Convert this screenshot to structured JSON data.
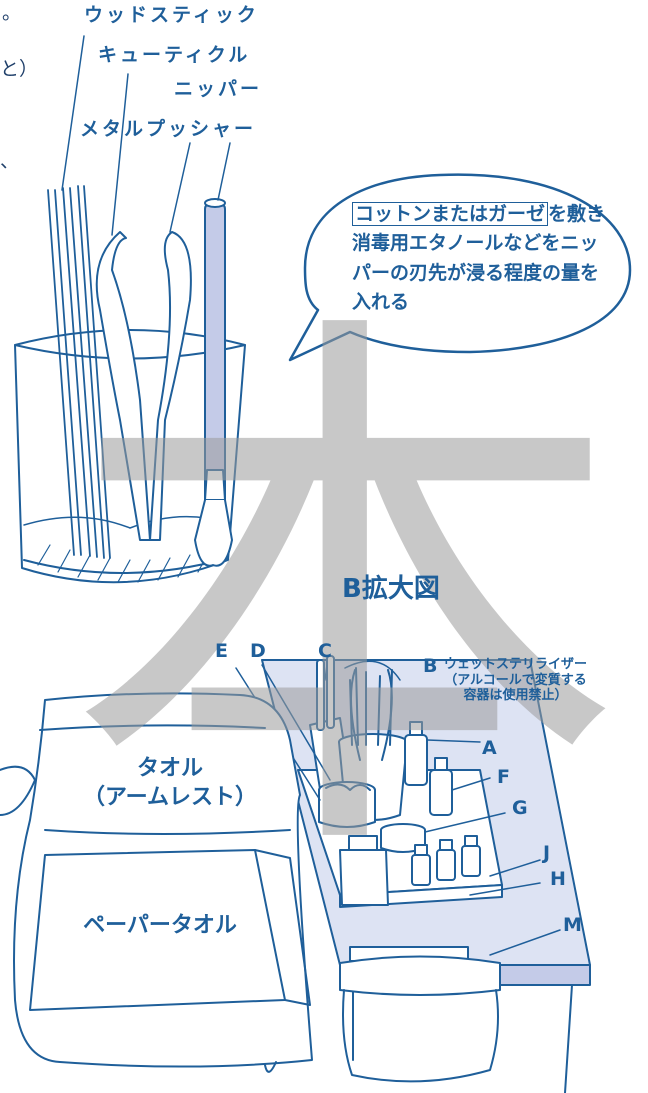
{
  "tool_labels": {
    "wood_stick": "ウッドスティック",
    "cuticle_nipper_1": "キューティクル",
    "cuticle_nipper_2": "ニッパー",
    "metal_pusher": "メタルプッシャー"
  },
  "speech_bubble": {
    "boxed": "コットンまたはガーゼ",
    "rest": "を敷き消毒用エタノールなどをニッパーの刃先が浸る程度の量を入れる"
  },
  "enlarged_view_title": "B拡大図",
  "part_letters": {
    "E": "E",
    "D": "D",
    "C": "C",
    "B": "B",
    "A": "A",
    "F": "F",
    "G": "G",
    "J": "J",
    "H": "H",
    "M": "M"
  },
  "sterilizer_note": {
    "line1": "ウェットステリライザー",
    "line2": "（アルコールで変質する",
    "line3": "容器は使用禁止）"
  },
  "towel": {
    "line1": "タオル",
    "line2": "（アームレスト）"
  },
  "paper_towel": "ペーパータオル",
  "edge_fragments": {
    "f1": "。",
    "f2": "と）",
    "f3": "、"
  },
  "watermark": "本",
  "colors": {
    "line": "#1f5f9a",
    "fill_light": "#dde3f3",
    "fill_mid": "#c4cbe8",
    "watermark": "#9a9a9a"
  }
}
